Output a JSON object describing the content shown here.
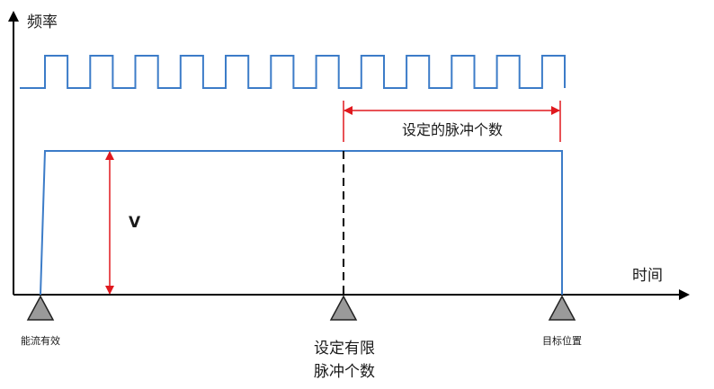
{
  "y_axis_label": "频率",
  "x_axis_label": "时间",
  "pulse_count_label": "设定的脉冲个数",
  "velocity_label": "V",
  "markers": {
    "enable": "能流有效",
    "set_limit_line1": "设定有限",
    "set_limit_line2": "脉冲个数",
    "target": "目标位置"
  },
  "pulse_train": {
    "pulse_count": 12
  },
  "colors": {
    "signal": "#3c7cc8",
    "dimension": "#e0191e",
    "axis": "#000000",
    "marker_fill": "#9a9a9a"
  }
}
